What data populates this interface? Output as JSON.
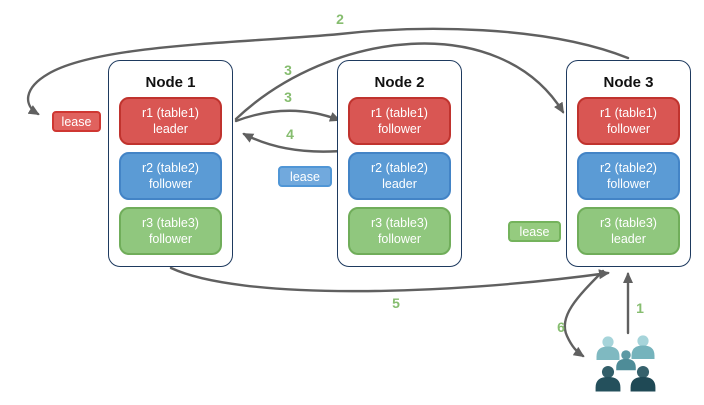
{
  "nodes": [
    {
      "title": "Node 1",
      "replicas": [
        {
          "name": "r1 (table1)",
          "role": "leader",
          "color": "red"
        },
        {
          "name": "r2 (table2)",
          "role": "follower",
          "color": "blue"
        },
        {
          "name": "r3 (table3)",
          "role": "follower",
          "color": "green"
        }
      ]
    },
    {
      "title": "Node 2",
      "replicas": [
        {
          "name": "r1 (table1)",
          "role": "follower",
          "color": "red"
        },
        {
          "name": "r2 (table2)",
          "role": "leader",
          "color": "blue"
        },
        {
          "name": "r3 (table3)",
          "role": "follower",
          "color": "green"
        }
      ]
    },
    {
      "title": "Node 3",
      "replicas": [
        {
          "name": "r1 (table1)",
          "role": "follower",
          "color": "red"
        },
        {
          "name": "r2 (table2)",
          "role": "follower",
          "color": "blue"
        },
        {
          "name": "r3 (table3)",
          "role": "leader",
          "color": "green"
        }
      ]
    }
  ],
  "leases": [
    {
      "label": "lease",
      "color": "red"
    },
    {
      "label": "lease",
      "color": "blue"
    },
    {
      "label": "lease",
      "color": "green"
    }
  ],
  "steps": {
    "step1": "1",
    "step2": "2",
    "step3a": "3",
    "step3b": "3",
    "step4": "4",
    "step5": "5",
    "step6": "6"
  },
  "people": [
    {
      "head": "#A6D4DA",
      "body": "#7FB9C1"
    },
    {
      "head": "#A6D4DA",
      "body": "#75B3BC"
    },
    {
      "head": "#5C99A4",
      "body": "#4E8C98"
    },
    {
      "head": "#325E69",
      "body": "#24505C"
    },
    {
      "head": "#36616C",
      "body": "#1F4955"
    }
  ],
  "colors": {
    "node_border": "#1E3A5F",
    "replica_red_fill": "#D95653",
    "replica_red_border": "#C0332E",
    "replica_blue_fill": "#5B9BD5",
    "replica_blue_border": "#4384C6",
    "replica_green_fill": "#90C77E",
    "replica_green_border": "#70AD5A",
    "lease_red_fill": "#E0625E",
    "lease_blue_fill": "#71A9DD",
    "lease_green_fill": "#95CB7F",
    "arrow": "#606060",
    "step_label": "#86BD6F"
  }
}
